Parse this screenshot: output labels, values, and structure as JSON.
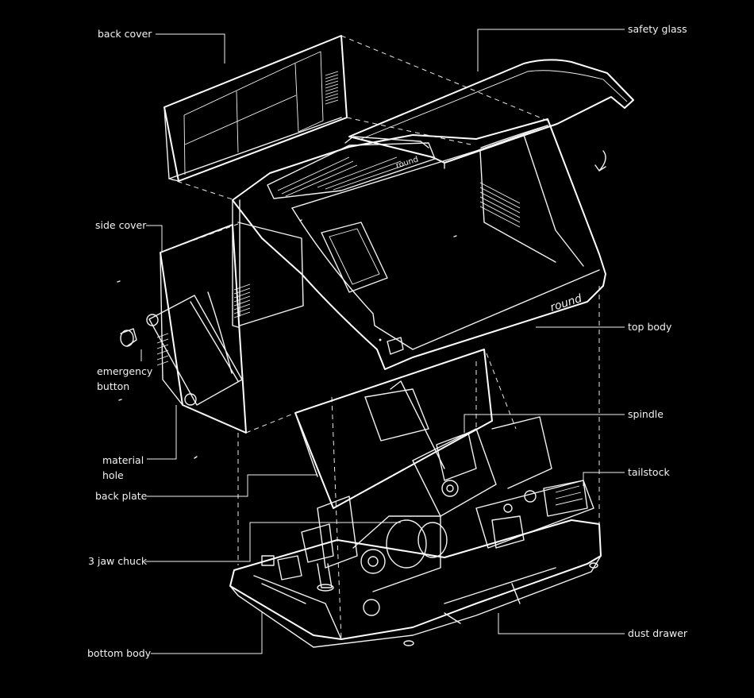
{
  "labels": {
    "back_cover": "back cover",
    "safety_glass": "safety glass",
    "side_cover": "side cover",
    "emergency_button_line1": "emergency",
    "emergency_button_line2": "button",
    "top_body": "top body",
    "spindle": "spindle",
    "material_hole_line1": "material",
    "material_hole_line2": "hole",
    "tailstock": "tailstock",
    "back_plate": "back plate",
    "jaw_chuck": "3 jaw chuck",
    "bottom_body": "bottom body",
    "dust_drawer": "dust drawer"
  },
  "branding": {
    "logo_main": "round",
    "logo_small": "round"
  },
  "colors": {
    "background": "#000000",
    "line": "#f2f2f2"
  }
}
